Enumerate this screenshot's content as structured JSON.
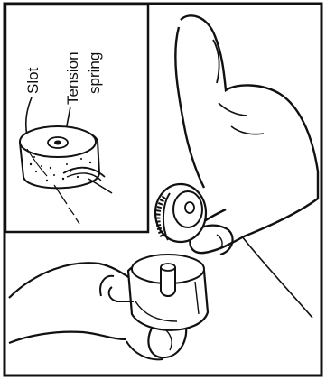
{
  "inset": {
    "labels": {
      "slot": "Slot",
      "tension_line1": "Tension",
      "tension_line2": "spring"
    }
  },
  "colors": {
    "ink": "#111111",
    "paper": "#ffffff",
    "shade": "#9a9a9a"
  },
  "icons": {
    "inset_subject": "bobbin-case-closeup",
    "main_subject": "hands-inserting-bobbin"
  }
}
